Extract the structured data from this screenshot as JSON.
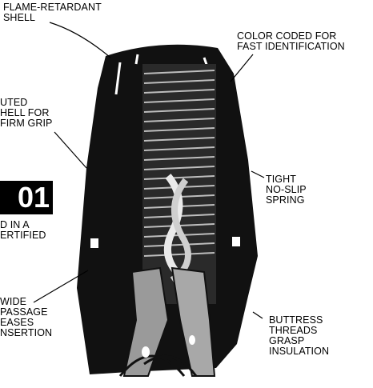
{
  "labels": {
    "shell": "FLAME-RETARDANT\nSHELL",
    "color": "COLOR CODED FOR\nFAST IDENTIFICATION",
    "fluted": "UTED\nHELL FOR\nFIRM GRIP",
    "spring": "TIGHT\nNO-SLIP\nSPRING",
    "passage": "WIDE\nPASSAGE\nEASES\nNSERTION",
    "buttress": "BUTTRESS\nTHREADS\nGRASP\nINSULATION",
    "badge_number": "01",
    "certified": "D IN A\nERTIFIED"
  },
  "colors": {
    "shell": "#111111",
    "background": "#ffffff",
    "text": "#000000"
  }
}
